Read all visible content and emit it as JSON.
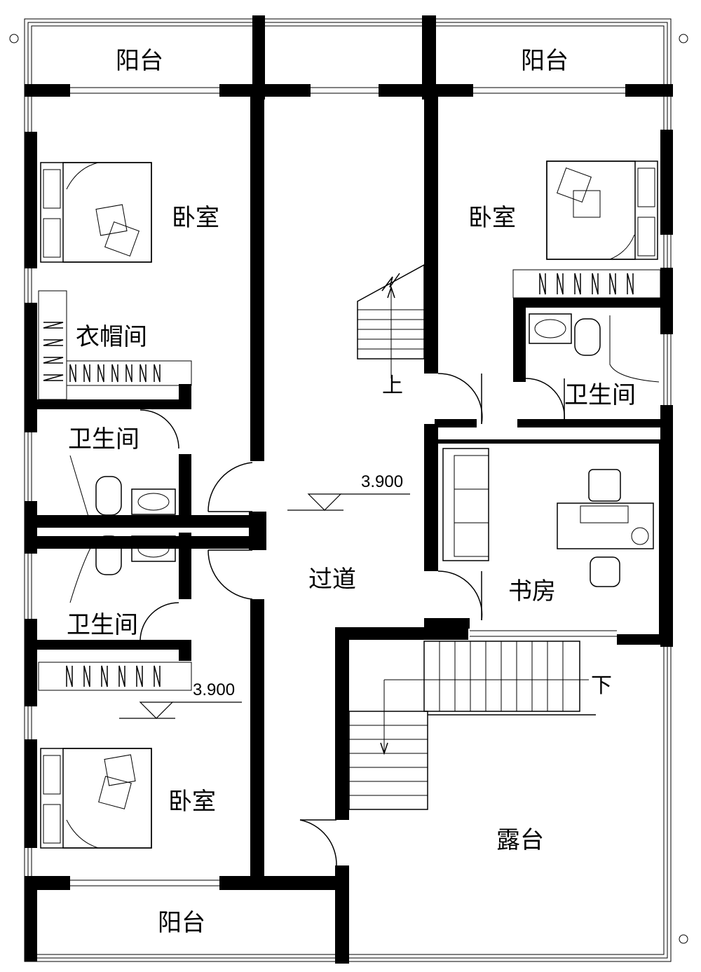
{
  "rooms": {
    "balcony_top_left": "阳台",
    "balcony_top_right": "阳台",
    "balcony_bottom": "阳台",
    "bedroom_top_left": "卧室",
    "bedroom_top_right": "卧室",
    "bedroom_bottom": "卧室",
    "walk_in_closet": "衣帽间",
    "bathroom_left_1": "卫生间",
    "bathroom_left_2": "卫生间",
    "bathroom_right": "卫生间",
    "corridor": "过道",
    "study": "书房",
    "terrace": "露台"
  },
  "stairs": {
    "up_label": "上",
    "down_label": "下"
  },
  "elevations": {
    "corridor": "3.900",
    "bedroom_bottom": "3.900"
  }
}
